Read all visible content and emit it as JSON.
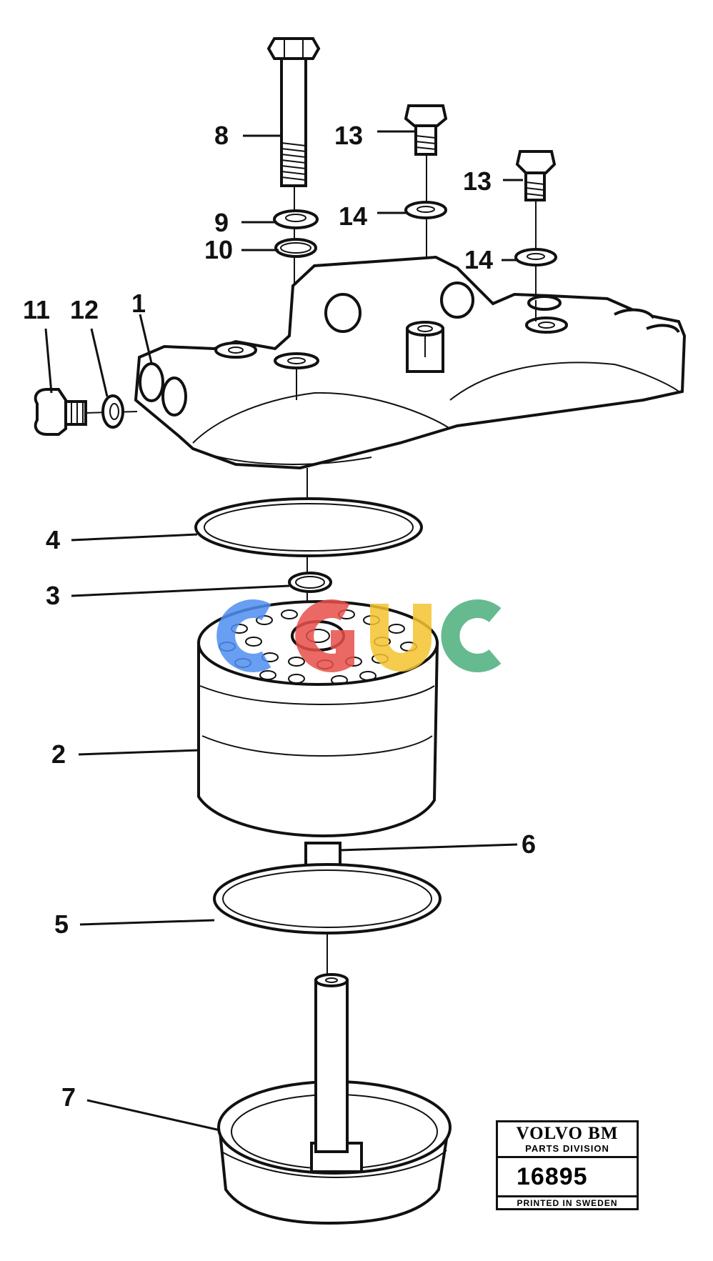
{
  "callouts": {
    "c1": "1",
    "c2": "2",
    "c3": "3",
    "c4": "4",
    "c5": "5",
    "c6": "6",
    "c7": "7",
    "c8": "8",
    "c9": "9",
    "c10": "10",
    "c11": "11",
    "c12": "12",
    "c13a": "13",
    "c13b": "13",
    "c14a": "14",
    "c14b": "14"
  },
  "parts_box": {
    "brand": "VOLVO BM",
    "division": "PARTS DIVISION",
    "number": "16895",
    "printed": "PRINTED IN SWEDEN"
  },
  "watermark": {
    "colors": [
      "#4f8ff0",
      "#e8504a",
      "#f4c430",
      "#4caf7d"
    ]
  }
}
